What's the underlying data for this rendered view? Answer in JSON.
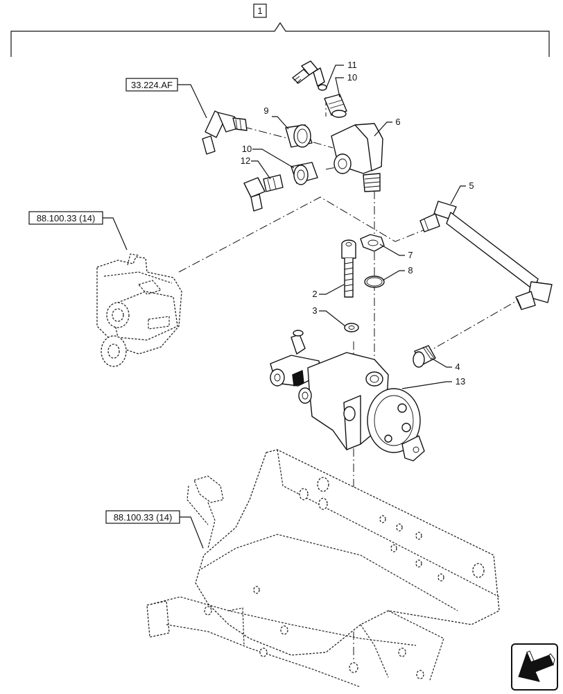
{
  "assembly_number": "1",
  "references": {
    "ref_top": "33.224.AF",
    "ref_left": "88.100.33 (14)",
    "ref_bottom": "88.100.33 (14)"
  },
  "callouts": {
    "c11": "11",
    "c10_top": "10",
    "c9": "9",
    "c6": "6",
    "c10_mid": "10",
    "c12": "12",
    "c5": "5",
    "c7": "7",
    "c8": "8",
    "c2": "2",
    "c3": "3",
    "c4": "4",
    "c13": "13"
  },
  "icons": {
    "nav": "arrow-down-left-icon"
  }
}
